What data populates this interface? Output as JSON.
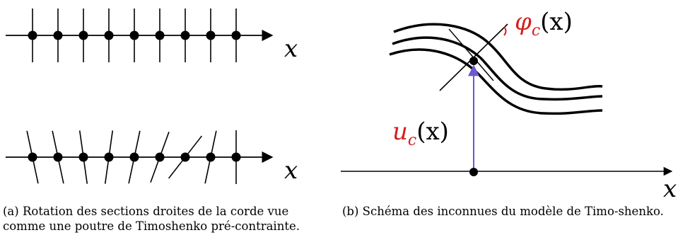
{
  "panel_a": {
    "axis_label_top": "x",
    "axis_label_bottom": "x",
    "caption": "(a) Rotation des sections droites de la corde vue comme une poutre de Timoshenko pré-contrainte."
  },
  "panel_b": {
    "axis_label": "x",
    "phi_label": "φ",
    "phi_subscript": "c",
    "phi_arg": "(x)",
    "u_label": "u",
    "u_subscript": "c",
    "u_arg": "(x)",
    "caption": "(b) Schéma des inconnues du modèle de Timo-shenko."
  },
  "colors": {
    "ink": "#000000",
    "highlight": "#d42020",
    "arrow": "#6a5acd"
  }
}
